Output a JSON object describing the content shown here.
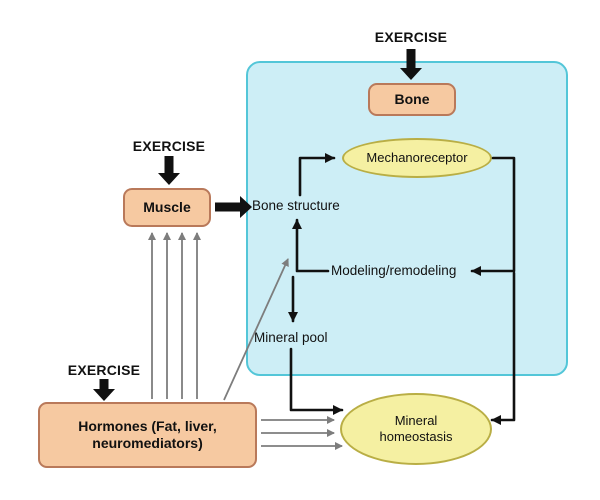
{
  "labels": {
    "exercise": "EXERCISE"
  },
  "nodes": {
    "bone": "Bone",
    "muscle": "Muscle",
    "hormones": "Hormones (Fat, liver, neuromediators)",
    "mechanoreceptor": "Mechanoreceptor",
    "bone_structure": "Bone structure",
    "modeling": "Modeling/remodeling",
    "mineral_pool": "Mineral pool",
    "mineral_homeostasis": "Mineral homeostasis"
  },
  "colors": {
    "node_fill": "#f6c9a1",
    "node_border": "#b9795a",
    "panel_fill": "#cdeef6",
    "panel_border": "#53c6d8",
    "ellipse_fill": "#f5f0a2",
    "ellipse_border": "#b9ae45",
    "arrow_black": "#111111",
    "arrow_gray": "#7d7d7d"
  },
  "edges": [
    {
      "from": "EXERCISE",
      "to": "Bone",
      "style": "thick-black"
    },
    {
      "from": "EXERCISE",
      "to": "Muscle",
      "style": "thick-black"
    },
    {
      "from": "EXERCISE",
      "to": "Hormones (Fat, liver, neuromediators)",
      "style": "thick-black"
    },
    {
      "from": "Muscle",
      "to": "Bone structure",
      "style": "thick-black"
    },
    {
      "from": "Bone structure",
      "to": "Mechanoreceptor",
      "style": "black"
    },
    {
      "from": "Mechanoreceptor",
      "to": "Modeling/remodeling",
      "style": "black"
    },
    {
      "from": "Modeling/remodeling",
      "to": "Bone structure",
      "style": "black"
    },
    {
      "from": "Modeling/remodeling",
      "to": "Mineral pool",
      "style": "black"
    },
    {
      "from": "Mineral pool",
      "to": "Mineral homeostasis",
      "style": "black"
    },
    {
      "from": "Modeling/remodeling",
      "to": "Mineral homeostasis",
      "style": "black"
    },
    {
      "from": "Hormones (Fat, liver, neuromediators)",
      "to": "Muscle",
      "style": "gray",
      "count": 4
    },
    {
      "from": "Hormones (Fat, liver, neuromediators)",
      "to": "Modeling/remodeling",
      "style": "gray",
      "count": 1
    },
    {
      "from": "Hormones (Fat, liver, neuromediators)",
      "to": "Mineral homeostasis",
      "style": "gray",
      "count": 3
    }
  ]
}
